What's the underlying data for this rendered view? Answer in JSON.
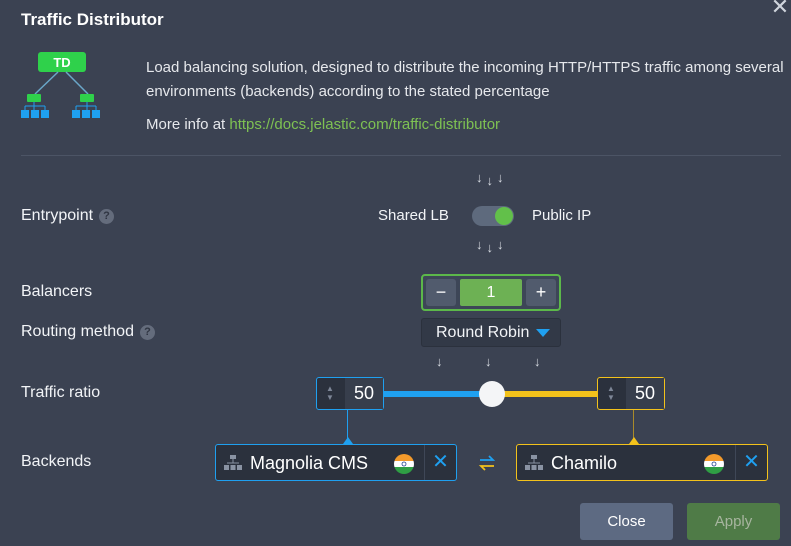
{
  "dialog": {
    "title": "Traffic Distributor",
    "close_glyph": "✕",
    "logo_text": "TD"
  },
  "intro": {
    "description": "Load balancing solution, designed to distribute the incoming HTTP/HTTPS traffic among several environments (backends) according to the stated percentage",
    "more_info_prefix": "More info at ",
    "more_info_link": "https://docs.jelastic.com/traffic-distributor"
  },
  "entrypoint": {
    "label": "Entrypoint",
    "help": "?",
    "option_left": "Shared LB",
    "option_right": "Public IP",
    "selected": "Public IP"
  },
  "balancers": {
    "label": "Balancers",
    "value": "1",
    "minus": "−",
    "plus": "+"
  },
  "routing": {
    "label": "Routing method",
    "help": "?",
    "selected": "Round Robin"
  },
  "traffic_ratio": {
    "label": "Traffic ratio",
    "left_value": "50",
    "right_value": "50",
    "left_fraction": 0.5
  },
  "backends": {
    "label": "Backends",
    "left": {
      "name": "Magnolia CMS",
      "remove": "✕"
    },
    "right": {
      "name": "Chamilo",
      "remove": "✕"
    }
  },
  "footer": {
    "close_label": "Close",
    "apply_label": "Apply"
  },
  "colors": {
    "left_accent": "#1fa0f0",
    "right_accent": "#f3c21b",
    "green": "#62c04a"
  },
  "icons": [
    "close-icon",
    "td-logo-icon",
    "help-icon",
    "arrow-down-icon",
    "caret-down-icon",
    "spinner-icon",
    "environment-icon",
    "india-flag-icon",
    "remove-icon",
    "swap-icon"
  ]
}
